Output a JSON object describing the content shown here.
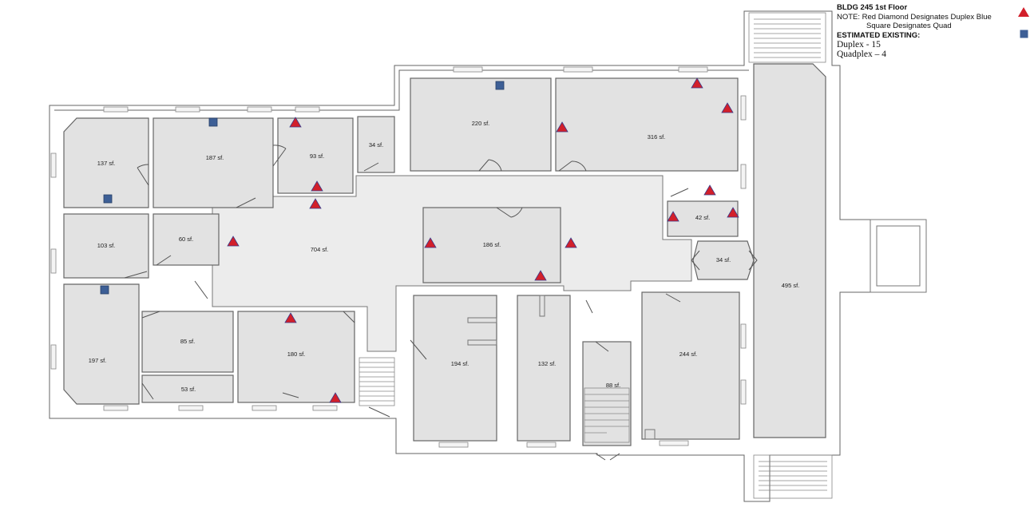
{
  "legend": {
    "title": "BLDG 245 1st Floor",
    "note_line1": "NOTE:  Red Diamond Designates Duplex    Blue",
    "note_line2": "Square Designates  Quad",
    "estimated_heading": "ESTIMATED EXISTING:",
    "duplex_count": "Duplex - 15",
    "quad_count": "Quadplex – 4",
    "duplex_symbol": "triangle-icon",
    "quad_symbol": "square-icon"
  },
  "colors": {
    "duplex": "#d21f2a",
    "quad": "#3d5f96",
    "room_fill": "#e2e2e2",
    "wall": "#555555"
  },
  "rooms": [
    {
      "label": "137 sf."
    },
    {
      "label": "187 sf."
    },
    {
      "label": "93 sf."
    },
    {
      "label": "34 sf."
    },
    {
      "label": "220 sf."
    },
    {
      "label": "316 sf."
    },
    {
      "label": "42 sf."
    },
    {
      "label": "103 sf."
    },
    {
      "label": "60 sf."
    },
    {
      "label": "704 sf."
    },
    {
      "label": "186 sf."
    },
    {
      "label": "34 sf."
    },
    {
      "label": "495 sf."
    },
    {
      "label": "197 sf."
    },
    {
      "label": "85 sf."
    },
    {
      "label": "180 sf."
    },
    {
      "label": "53 sf."
    },
    {
      "label": "194 sf."
    },
    {
      "label": "132 sf."
    },
    {
      "label": "88 sf."
    },
    {
      "label": "244 sf."
    }
  ]
}
